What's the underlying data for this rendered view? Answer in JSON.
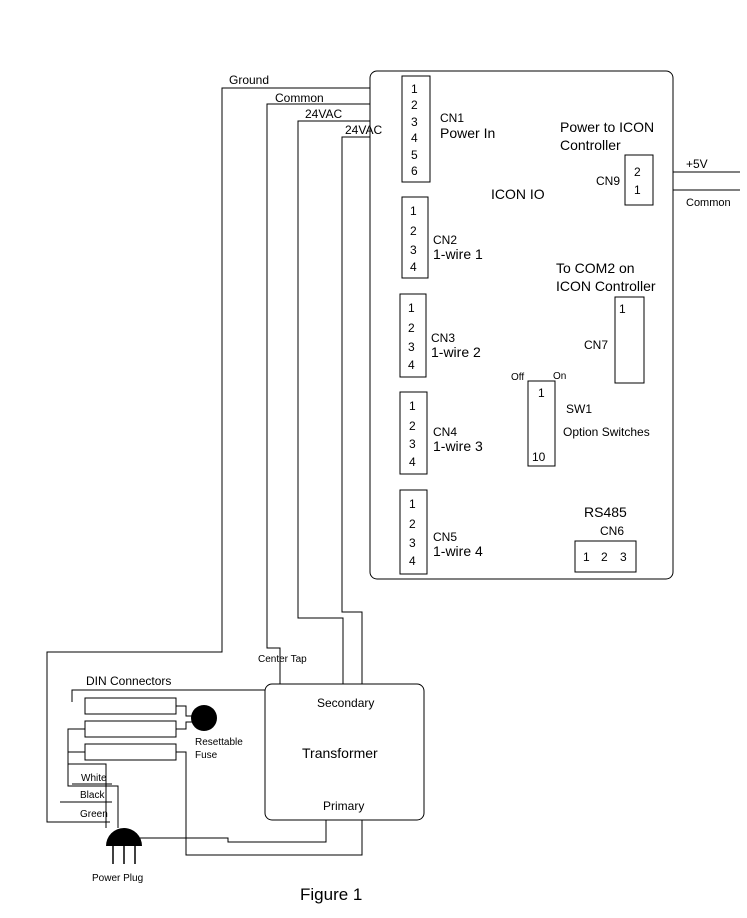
{
  "wires": {
    "ground": "Ground",
    "common": "Common",
    "vac_a": "24VAC",
    "vac_b": "24VAC",
    "center_tap": "Center Tap",
    "plus5v": "+5V",
    "common_out": "Common",
    "white": "White",
    "black": "Black",
    "green": "Green"
  },
  "board": {
    "title": "ICON IO"
  },
  "cn1": {
    "name": "CN1",
    "desc": "Power In",
    "pins": [
      "1",
      "2",
      "3",
      "4",
      "5",
      "6"
    ]
  },
  "cn2": {
    "name": "CN2",
    "desc": "1-wire 1",
    "pins": [
      "1",
      "2",
      "3",
      "4"
    ]
  },
  "cn3": {
    "name": "CN3",
    "desc": "1-wire 2",
    "pins": [
      "1",
      "2",
      "3",
      "4"
    ]
  },
  "cn4": {
    "name": "CN4",
    "desc": "1-wire 3",
    "pins": [
      "1",
      "2",
      "3",
      "4"
    ]
  },
  "cn5": {
    "name": "CN5",
    "desc": "1-wire 4",
    "pins": [
      "1",
      "2",
      "3",
      "4"
    ]
  },
  "cn9": {
    "name": "CN9",
    "title_line1": "Power to ICON",
    "title_line2": "Controller",
    "pins": [
      "2",
      "1"
    ]
  },
  "cn7": {
    "name": "CN7",
    "title_line1": "To COM2 on",
    "title_line2": "ICON Controller",
    "pin": "1"
  },
  "sw1": {
    "name": "SW1",
    "desc": "Option Switches",
    "off": "Off",
    "on": "On",
    "pin_first": "1",
    "pin_last": "10"
  },
  "cn6": {
    "name": "CN6",
    "title": "RS485",
    "pins": [
      "1",
      "2",
      "3"
    ]
  },
  "din": {
    "label": "DIN Connectors"
  },
  "fuse": {
    "line1": "Resettable",
    "line2": "Fuse"
  },
  "transformer": {
    "secondary": "Secondary",
    "name": "Transformer",
    "primary": "Primary"
  },
  "plug": {
    "label": "Power Plug"
  },
  "figure": {
    "caption": "Figure 1"
  }
}
